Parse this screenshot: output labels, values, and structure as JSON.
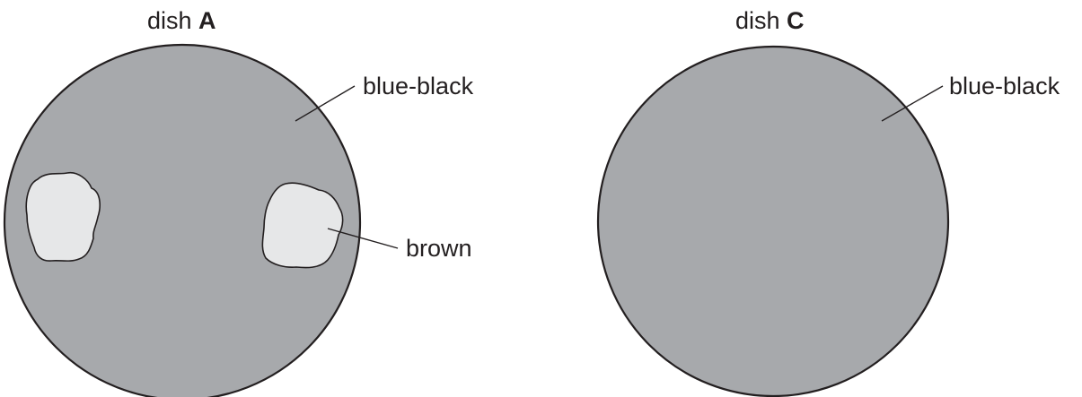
{
  "colors": {
    "dish_fill": "#a7a9ac",
    "patch_fill": "#e6e7e8",
    "outline": "#231f20",
    "background": "#ffffff"
  },
  "dishes": [
    {
      "id": "A",
      "title_prefix": "dish ",
      "title_letter": "A",
      "labels": {
        "stain": "blue-black",
        "patch": "brown"
      }
    },
    {
      "id": "C",
      "title_prefix": "dish ",
      "title_letter": "C",
      "labels": {
        "stain": "blue-black"
      }
    }
  ]
}
